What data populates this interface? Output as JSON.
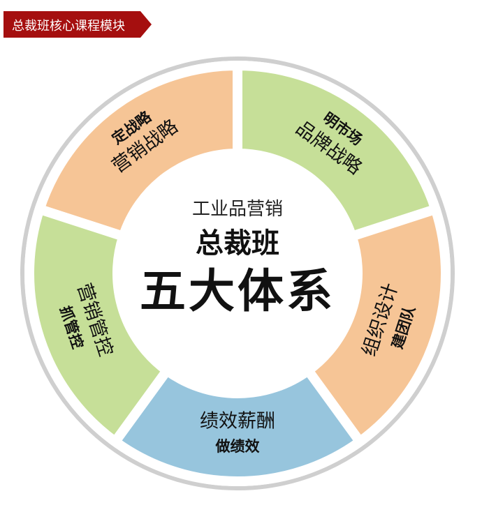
{
  "banner": {
    "title": "总裁班核心课程模块",
    "color": "#a50f0f"
  },
  "center": {
    "line1": "工业品营销",
    "line2": "总裁班",
    "line3": "五大体系"
  },
  "segments": [
    {
      "name": "营销战略",
      "action": "定战略",
      "color": "#f6c596"
    },
    {
      "name": "品牌战略",
      "action": "明市场",
      "color": "#c6df98"
    },
    {
      "name": "组织设计",
      "action": "建团队",
      "color": "#f6c596"
    },
    {
      "name": "绩效薪酬",
      "action": "做绩效",
      "color": "#97c5dd"
    },
    {
      "name": "营销管控",
      "action": "抓管控",
      "color": "#c6df98"
    }
  ],
  "ring_color": "#cfcfcf"
}
